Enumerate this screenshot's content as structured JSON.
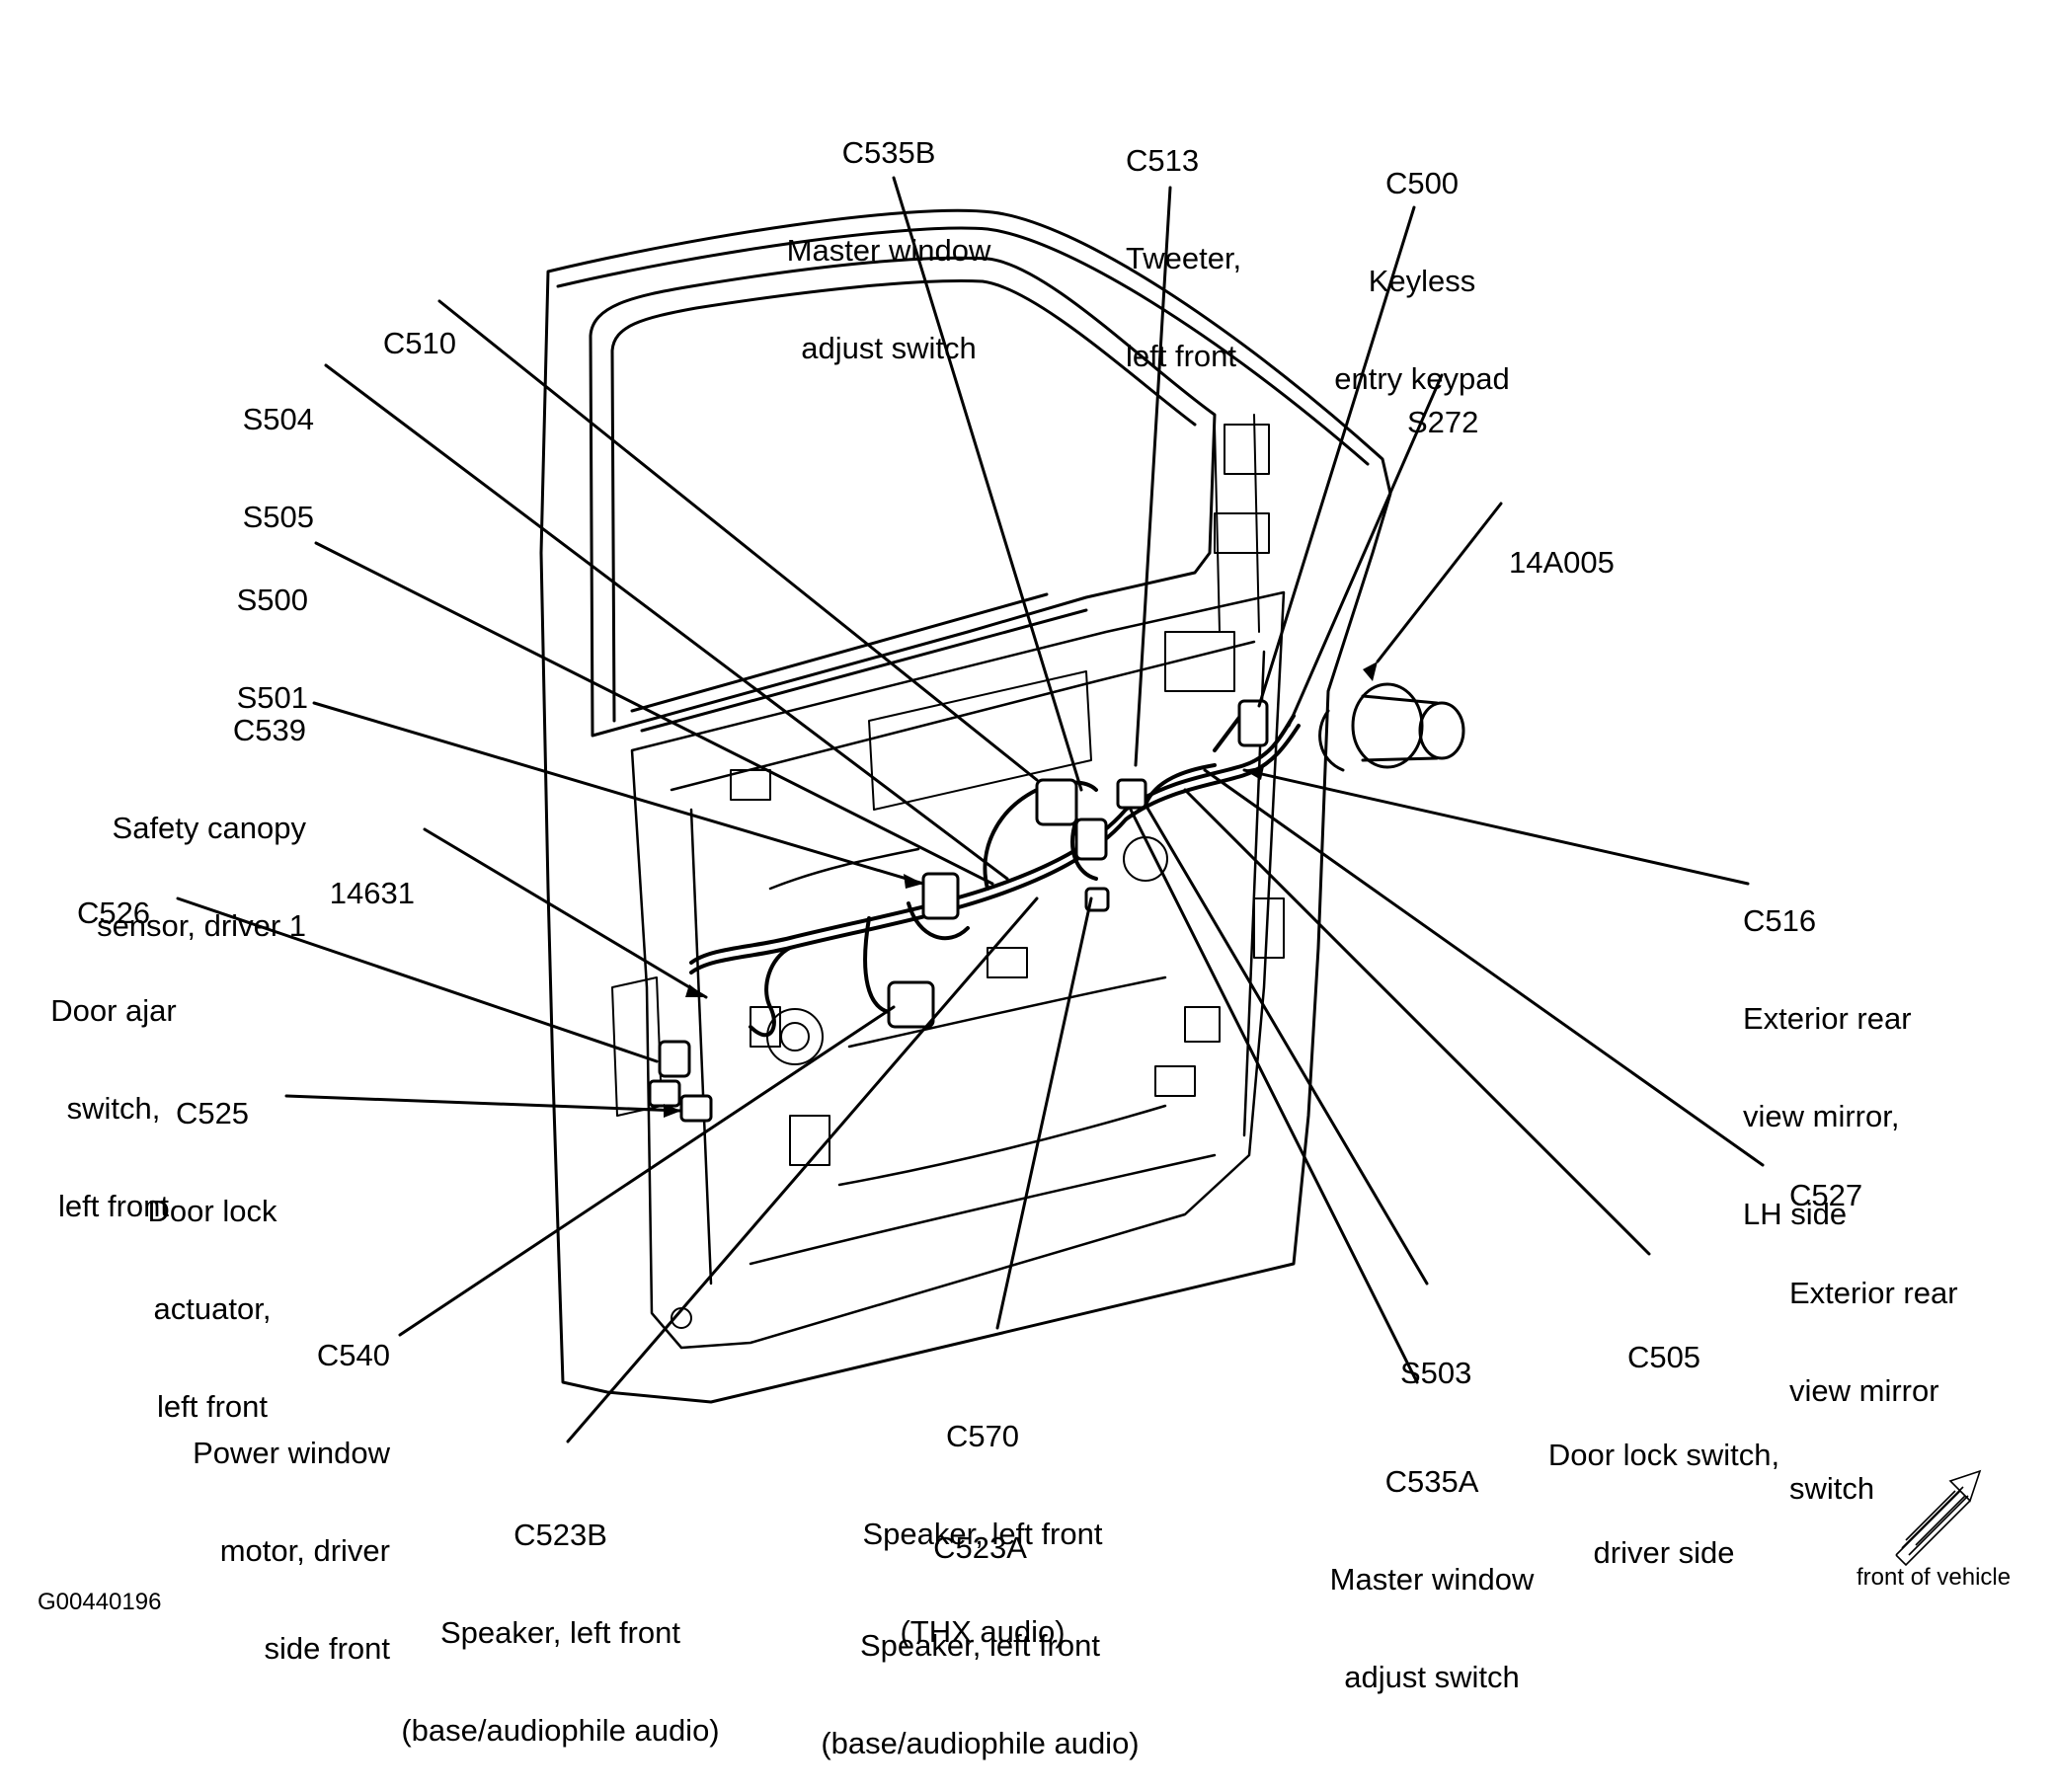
{
  "figure_id": "G00440196",
  "orientation": "front of vehicle",
  "callouts": {
    "c535b": [
      "C535B",
      "Master window",
      "adjust switch"
    ],
    "c513": [
      "C513",
      "Tweeter,",
      "left front"
    ],
    "c500": [
      "C500",
      "Keyless",
      "entry keypad"
    ],
    "c510": [
      "C510"
    ],
    "s504": [
      "S504",
      "S505"
    ],
    "s272": [
      "S272"
    ],
    "a14a005": [
      "14A005"
    ],
    "s500": [
      "S500",
      "S501"
    ],
    "c539": [
      "C539",
      "Safety canopy",
      "sensor, driver 1"
    ],
    "c526": [
      "C526",
      "Door ajar",
      "switch,",
      "left front"
    ],
    "a14631": [
      "14631"
    ],
    "c516": [
      "C516",
      "Exterior rear",
      "view mirror,",
      "LH side"
    ],
    "c525": [
      "C525",
      "Door lock",
      "actuator,",
      "left front"
    ],
    "c527": [
      "C527",
      "Exterior rear",
      "view mirror",
      "switch"
    ],
    "c540": [
      "C540",
      "Power window",
      "motor, driver",
      "side front"
    ],
    "s503": [
      "S503"
    ],
    "c505": [
      "C505",
      "Door lock switch,",
      "driver side"
    ],
    "c570": [
      "C570",
      "Speaker, left front",
      "(THX audio)"
    ],
    "c523a": [
      "C523A",
      "Speaker, left front",
      "(base/audiophile audio)"
    ],
    "c535a": [
      "C535A",
      "Master window",
      "adjust switch"
    ],
    "c523b": [
      "C523B",
      "Speaker, left front",
      "(base/audiophile audio)"
    ]
  }
}
